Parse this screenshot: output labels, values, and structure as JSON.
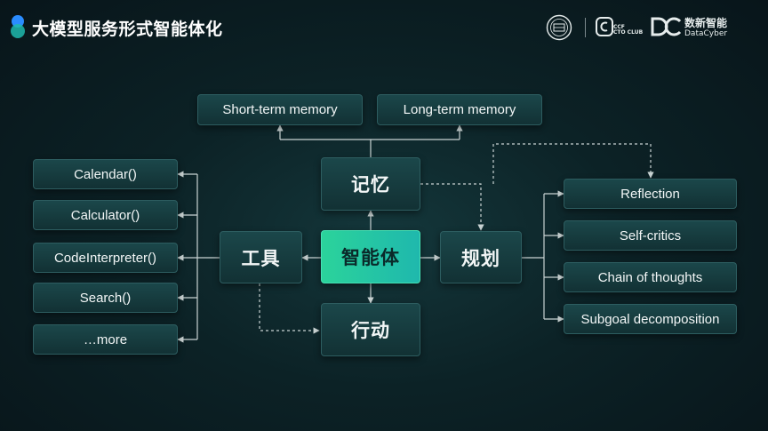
{
  "header": {
    "title": "大模型服务形式智能体化",
    "ccf_text_line1": "CCF",
    "ccf_text_line2": "CTO CLUB",
    "dc_name_cn": "数新智能",
    "dc_name_en": "DataCyber"
  },
  "diagram": {
    "center": "智能体",
    "memory": "记忆",
    "planning": "规划",
    "tools": "工具",
    "action": "行动",
    "memory_items": [
      "Short-term memory",
      "Long-term memory"
    ],
    "tool_items": [
      "Calendar()",
      "Calculator()",
      "CodeInterpreter()",
      "Search()",
      "…more"
    ],
    "planning_items": [
      "Reflection",
      "Self-critics",
      "Chain of thoughts",
      "Subgoal decomposition"
    ]
  },
  "colors": {
    "accent_gradient_start": "#2bd39b",
    "accent_gradient_end": "#1fb8ad",
    "box_fill": "#1b474a",
    "connector": "#c9d3d3",
    "title_dot": "#2a8cff"
  }
}
